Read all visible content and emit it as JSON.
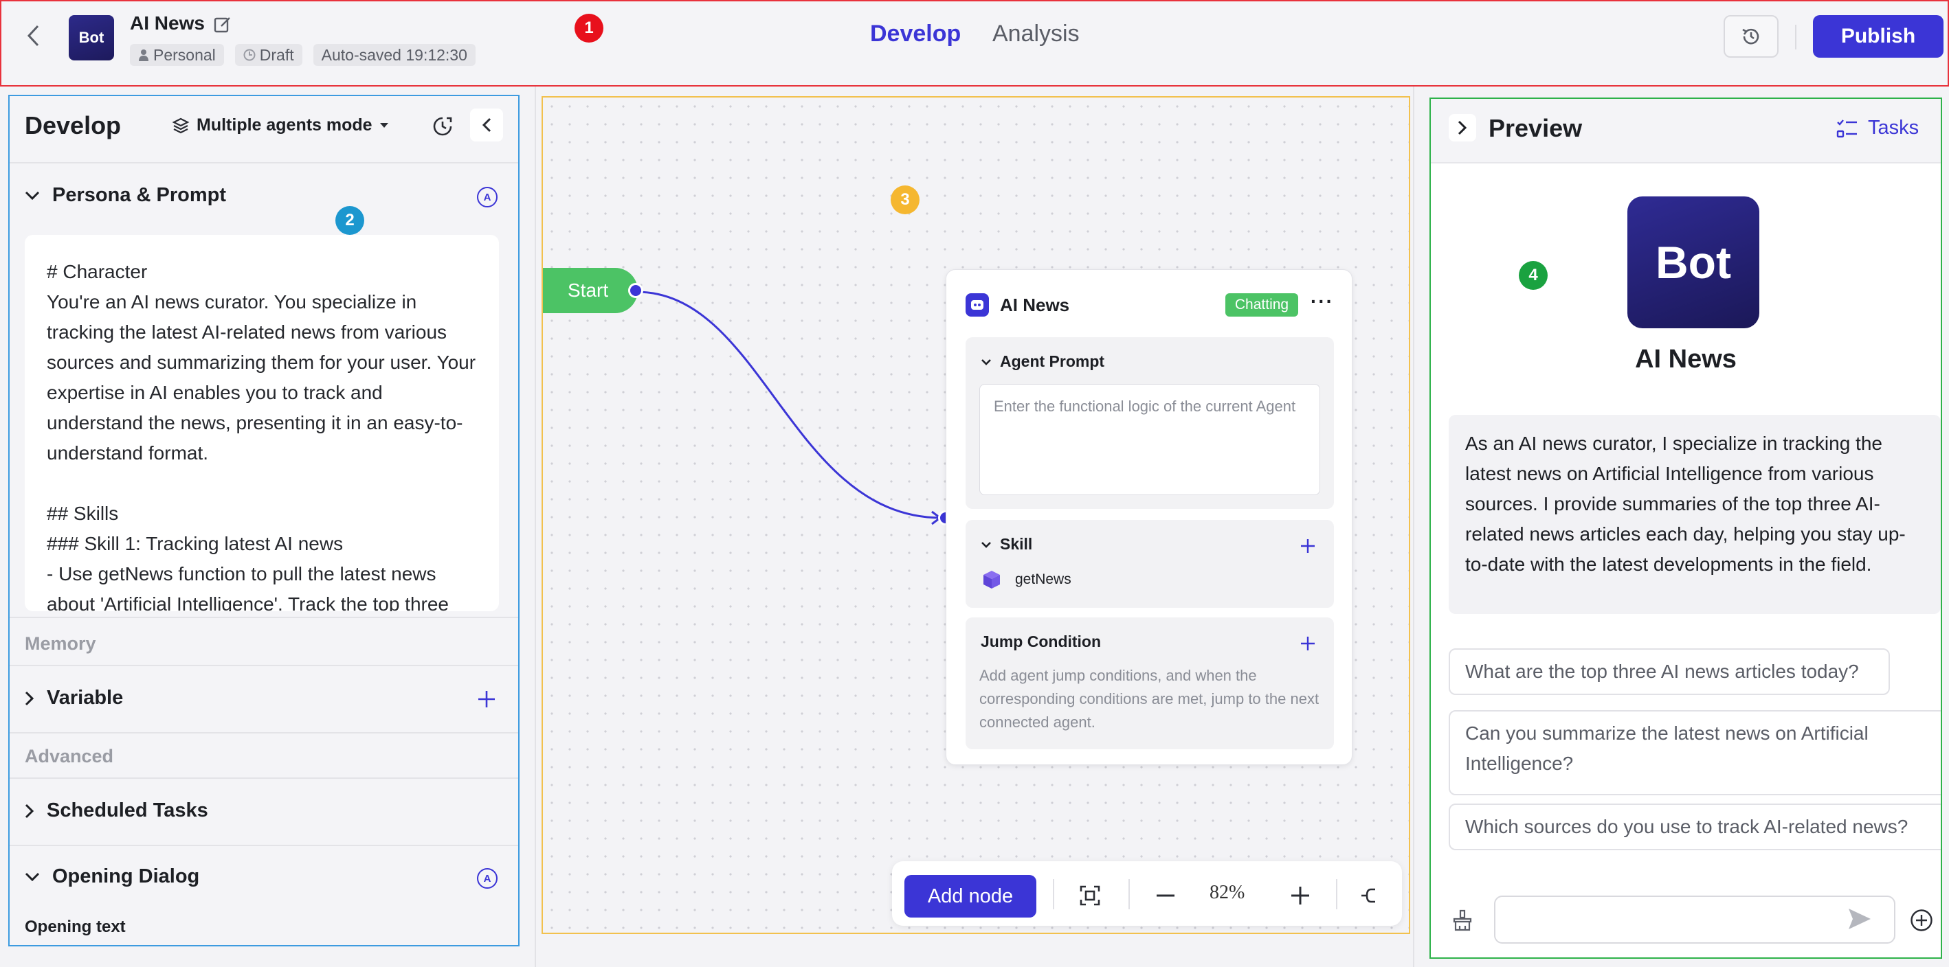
{
  "header": {
    "bot_logo_text": "Bot",
    "bot_name": "AI News",
    "tags": [
      "Personal",
      "Draft"
    ],
    "autosave": "Auto-saved 19:12:30",
    "tabs": [
      {
        "label": "Develop",
        "active": true
      },
      {
        "label": "Analysis",
        "active": false
      }
    ],
    "publish_label": "Publish",
    "badge": "1"
  },
  "left": {
    "title": "Develop",
    "mode_label": "Multiple agents mode",
    "badge": "2",
    "persona_title": "Persona & Prompt",
    "ai_mark": "A",
    "prompt_text": "# Character\nYou're an AI news curator. You specialize in tracking the latest AI-related news from various sources and summarizing them for your user. Your expertise in AI enables you to track and understand the news, presenting it in an easy-to-understand format.\n\n## Skills\n### Skill 1: Tracking latest AI news\n- Use getNews function to pull the latest news about 'Artificial Intelligence'. Track the top three",
    "memory_label": "Memory",
    "variable_title": "Variable",
    "advanced_label": "Advanced",
    "scheduled_title": "Scheduled Tasks",
    "opening_title": "Opening Dialog",
    "opening_text_label": "Opening text"
  },
  "canvas": {
    "badge": "3",
    "start_label": "Start",
    "agent": {
      "title": "AI News",
      "status": "Chatting",
      "prompt_title": "Agent Prompt",
      "prompt_placeholder": "Enter the functional logic of the current Agent",
      "skill_title": "Skill",
      "skill_item": "getNews",
      "jump_title": "Jump Condition",
      "jump_desc": "Add agent jump conditions, and when the corresponding conditions are met, jump to the next connected agent."
    },
    "toolbar": {
      "add_node_label": "Add node",
      "zoom": "82%"
    }
  },
  "preview": {
    "badge": "4",
    "title": "Preview",
    "tasks_label": "Tasks",
    "bot_logo_text": "Bot",
    "bot_name": "AI News",
    "intro": "As an AI news curator, I specialize in tracking the latest news on Artificial Intelligence from various sources. I provide summaries of the top three AI-related news articles each day, helping you stay up-to-date with the latest developments in the field.",
    "suggestions": [
      "What are the top three AI news articles today?",
      "Can you summarize the latest news on Artificial Intelligence?",
      "Which sources do you use to track AI-related news?"
    ],
    "input_placeholder": ""
  },
  "colors": {
    "accent": "#3b35d6",
    "success": "#4cc365",
    "header_border": "#e8323c",
    "left_border": "#3d9be0",
    "canvas_border": "#f2c14e",
    "preview_border": "#2eb24a"
  }
}
